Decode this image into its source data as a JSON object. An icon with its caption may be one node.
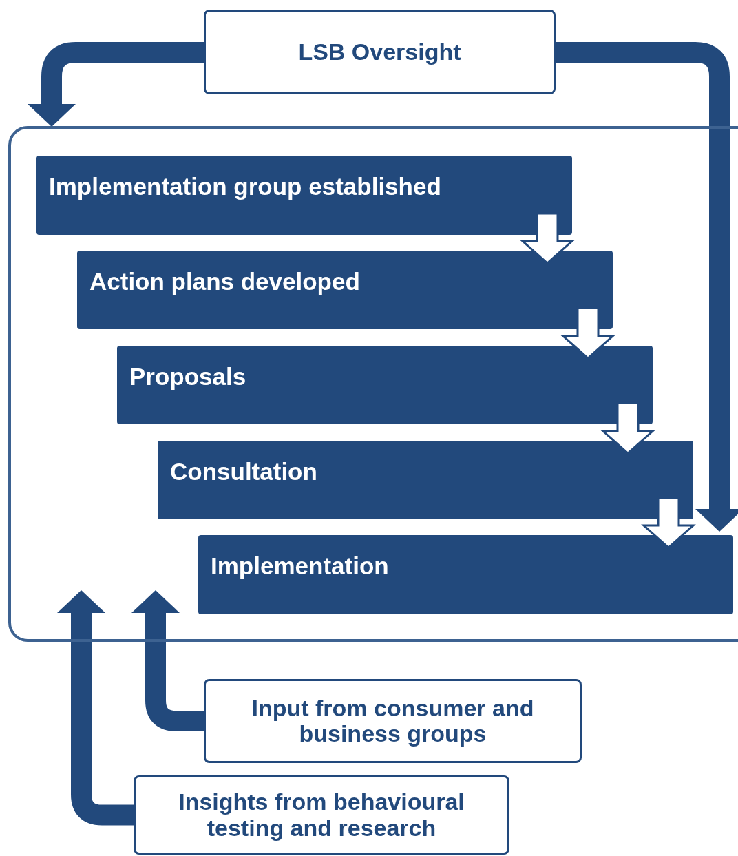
{
  "diagram": {
    "nodes": [
      {
        "text": [
          "LSB Oversight"
        ]
      },
      {
        "text": [],
        "shape": "box"
      },
      {
        "text": [
          "Implementation group established"
        ],
        "in": 1
      },
      {
        "text": [
          "Action plans developed"
        ],
        "in": 1
      },
      {
        "text": [
          "Proposals"
        ],
        "in": 1
      },
      {
        "text": [
          "Consultation"
        ],
        "in": 1
      },
      {
        "text": [
          "Implementation"
        ],
        "in": 1
      },
      {
        "text": [
          "Input from consumer and business groups"
        ]
      },
      {
        "text": [
          "Insights from behavioural testing and research"
        ]
      }
    ],
    "edges": [
      {
        "from": 0,
        "to": 1,
        "arrow": "to"
      },
      {
        "from": 0,
        "to": 6,
        "arrow": "to"
      },
      {
        "from": 2,
        "to": 3,
        "arrow": "to"
      },
      {
        "from": 3,
        "to": 4,
        "arrow": "to"
      },
      {
        "from": 4,
        "to": 5,
        "arrow": "to"
      },
      {
        "from": 5,
        "to": 6,
        "arrow": "to"
      },
      {
        "from": 7,
        "to": 1,
        "arrow": "to"
      },
      {
        "from": 8,
        "to": 1,
        "arrow": "to"
      }
    ]
  }
}
